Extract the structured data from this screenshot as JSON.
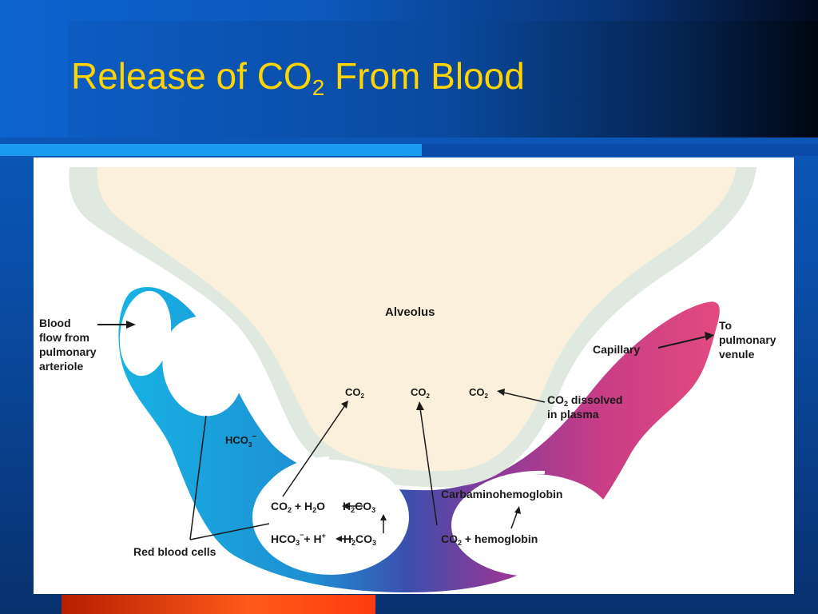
{
  "title": {
    "prefix": "Release of CO",
    "sub": "2",
    "suffix": " From Blood"
  },
  "diagram": {
    "alveolus": "Alveolus",
    "capillary": "Capillary",
    "blood_flow": [
      "Blood",
      "flow from",
      "pulmonary",
      "arteriole"
    ],
    "to_venule": [
      "To",
      "pulmonary",
      "venule"
    ],
    "co2_labels": [
      "CO",
      "CO",
      "CO"
    ],
    "co2_sub": "2",
    "co2_dissolved": {
      "line1_pre": "CO",
      "line1_sub": "2",
      "line1_post": " dissolved",
      "line2": "in plasma"
    },
    "hco3": {
      "base": "HCO",
      "sub": "3",
      "sup": "−"
    },
    "rbc_label": "Red blood cells",
    "eq1": {
      "a": "CO",
      "a_sub": "2",
      "b": " + H",
      "b_sub": "2",
      "c": "O",
      "d": "H",
      "d_sub": "2",
      "e": "CO",
      "e_sub": "3"
    },
    "eq2": {
      "a": "HCO",
      "a_sub": "3",
      "a_sup": "−",
      "b": "+ H",
      "b_sup": "+",
      "c": "H",
      "c_sub": "2",
      "d": "CO",
      "d_sub": "3"
    },
    "carbamino": "Carbaminohemoglobin",
    "co2_hemo": {
      "a": "CO",
      "a_sub": "2",
      "b": " + hemoglobin"
    }
  },
  "colors": {
    "title": "#ffd400",
    "alveolus_fill": "#fbf0dc",
    "wall": "#dfe9df",
    "blue_vessel": "#1aa6dd",
    "magenta_vessel": "#e0457e"
  }
}
